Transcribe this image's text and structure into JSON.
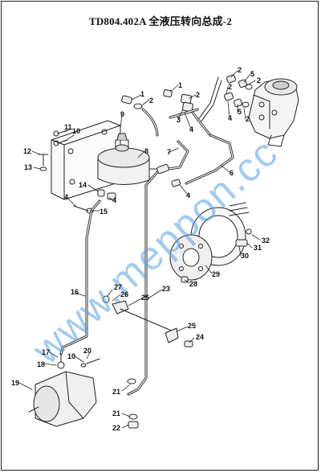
{
  "title": "TD804.402A 全液压转向总成-2",
  "watermark": "www.meppon.cc",
  "colors": {
    "line": "#222222",
    "watermark": "#5aa0e0",
    "background": "#ffffff"
  },
  "callouts": [
    {
      "id": "c1a",
      "label": "1"
    },
    {
      "id": "c1b",
      "label": "1"
    },
    {
      "id": "c2a",
      "label": "2"
    },
    {
      "id": "c2b",
      "label": "2"
    },
    {
      "id": "c2c",
      "label": "2"
    },
    {
      "id": "c2d",
      "label": "2"
    },
    {
      "id": "c2e",
      "label": "2"
    },
    {
      "id": "c2f",
      "label": "2"
    },
    {
      "id": "c3",
      "label": "3"
    },
    {
      "id": "c4a",
      "label": "4"
    },
    {
      "id": "c4b",
      "label": "4"
    },
    {
      "id": "c4c",
      "label": "4"
    },
    {
      "id": "c4d",
      "label": "4"
    },
    {
      "id": "c4e",
      "label": "4"
    },
    {
      "id": "c5a",
      "label": "5"
    },
    {
      "id": "c5b",
      "label": "5"
    },
    {
      "id": "c6",
      "label": "6"
    },
    {
      "id": "c7",
      "label": "7"
    },
    {
      "id": "c8",
      "label": "8"
    },
    {
      "id": "c9",
      "label": "9"
    },
    {
      "id": "c10a",
      "label": "10"
    },
    {
      "id": "c10b",
      "label": "10"
    },
    {
      "id": "c11",
      "label": "11"
    },
    {
      "id": "c12",
      "label": "12"
    },
    {
      "id": "c13",
      "label": "13"
    },
    {
      "id": "c14",
      "label": "14"
    },
    {
      "id": "c15",
      "label": "15"
    },
    {
      "id": "c16",
      "label": "16"
    },
    {
      "id": "c17",
      "label": "17"
    },
    {
      "id": "c18",
      "label": "18"
    },
    {
      "id": "c19",
      "label": "19"
    },
    {
      "id": "c20",
      "label": "20"
    },
    {
      "id": "c21a",
      "label": "21"
    },
    {
      "id": "c21b",
      "label": "21"
    },
    {
      "id": "c22",
      "label": "22"
    },
    {
      "id": "c23",
      "label": "23"
    },
    {
      "id": "c24",
      "label": "24"
    },
    {
      "id": "c25a",
      "label": "25"
    },
    {
      "id": "c25b",
      "label": "25"
    },
    {
      "id": "c26",
      "label": "26"
    },
    {
      "id": "c27",
      "label": "27"
    },
    {
      "id": "c28",
      "label": "28"
    },
    {
      "id": "c29",
      "label": "29"
    },
    {
      "id": "c30",
      "label": "30"
    },
    {
      "id": "c31",
      "label": "31"
    },
    {
      "id": "c32",
      "label": "32"
    }
  ]
}
